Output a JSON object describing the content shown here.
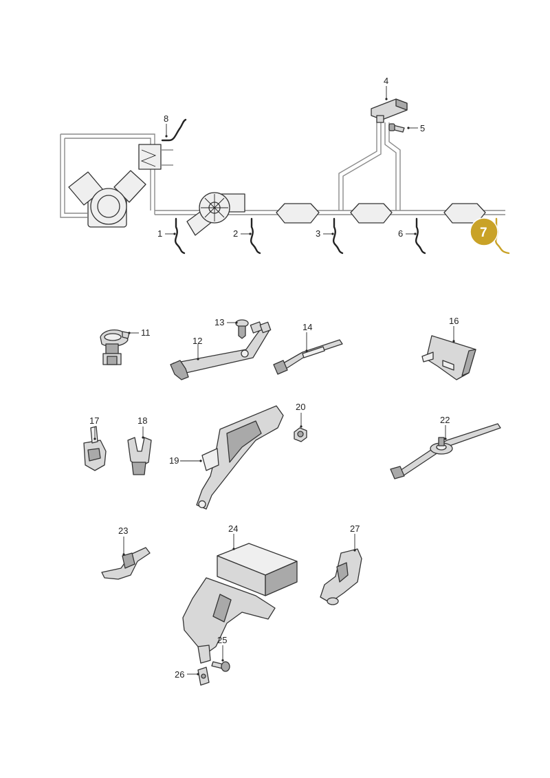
{
  "labels": {
    "p1": "1",
    "p2": "2",
    "p3": "3",
    "p4": "4",
    "p5": "5",
    "p6": "6",
    "p7": "7",
    "p8": "8",
    "p11": "11",
    "p12": "12",
    "p13": "13",
    "p14": "14",
    "p16": "16",
    "p17": "17",
    "p18": "18",
    "p19": "19",
    "p20": "20",
    "p22": "22",
    "p23": "23",
    "p24": "24",
    "p25": "25",
    "p26": "26",
    "p27": "27"
  },
  "colors": {
    "highlight_badge": "#c9a227",
    "highlight_wire": "#c9a227",
    "part_fill": "#d8d8d8",
    "line": "#333333"
  }
}
